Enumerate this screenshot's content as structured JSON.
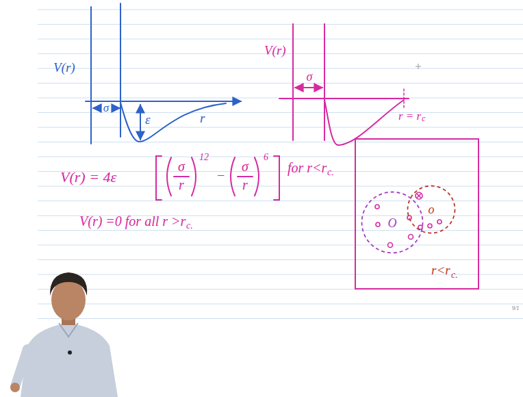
{
  "diagram": {
    "nodes": [
      {
        "text": [
          "r<r",
          "c."
        ]
      },
      {
        "text": [
          "O"
        ],
        "in": 0
      },
      {
        "text": [
          "o"
        ],
        "in": 0
      }
    ],
    "labels": [
      "V(r)",
      "σ",
      "ε",
      "r",
      "V(r)",
      "σ",
      "r = r",
      "c",
      "V(r) = 4ε",
      "σ",
      "r",
      "12",
      "−",
      "σ",
      "r",
      "6",
      "for r<r",
      "c.",
      "V(r) =0  for all r >r",
      "c.",
      "9/1"
    ]
  }
}
